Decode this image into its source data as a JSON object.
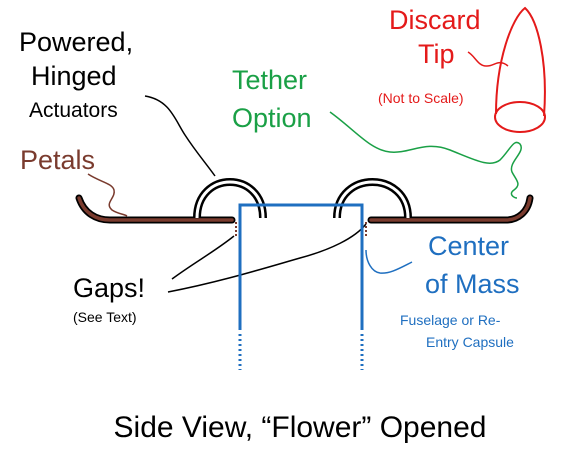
{
  "colors": {
    "black": "#000000",
    "petal": "#7a3b2e",
    "fuselage": "#1f6fc0",
    "tether": "#1aa046",
    "tip": "#e41a1a"
  },
  "labels": {
    "discard_tip_line1": "Discard",
    "discard_tip_line2": "Tip",
    "not_to_scale": "(Not to Scale)",
    "powered_line1": "Powered,",
    "powered_line2": "Hinged",
    "powered_line3": "Actuators",
    "tether_line1": "Tether",
    "tether_line2": "Option",
    "petals": "Petals",
    "center_line1": "Center",
    "center_line2": "of Mass",
    "fuselage_line1": "Fuselage or Re-",
    "fuselage_line2": "Entry Capsule",
    "gaps": "Gaps!",
    "see_text": "(See Text)",
    "caption": "Side View, “Flower” Opened"
  }
}
